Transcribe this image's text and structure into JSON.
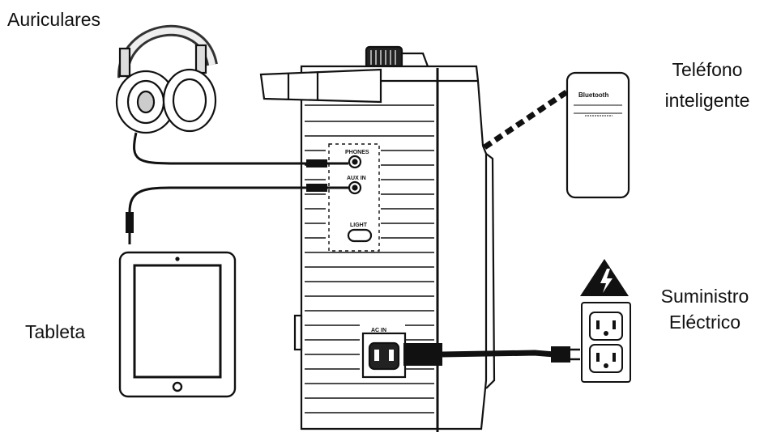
{
  "labels": {
    "headphones": "Auriculares",
    "phone_line1": "Teléfono",
    "phone_line2": "inteligente",
    "tablet": "Tableta",
    "power_line1": "Suministro",
    "power_line2": "Eléctrico"
  },
  "panel": {
    "phones": "PHONES",
    "aux_in": "AUX IN",
    "light": "LIGHT",
    "ac_in": "AC IN"
  },
  "phone_screen": {
    "app_text": "Bluetooth"
  },
  "colors": {
    "line": "#111111",
    "background": "#ffffff",
    "device_fill": "#f4f4f4",
    "warning": "#111111"
  },
  "icons": {
    "headphones": "headphones-icon",
    "phone": "smartphone-icon",
    "tablet": "tablet-icon",
    "outlet": "power-outlet-icon",
    "hazard": "electric-hazard-icon"
  }
}
